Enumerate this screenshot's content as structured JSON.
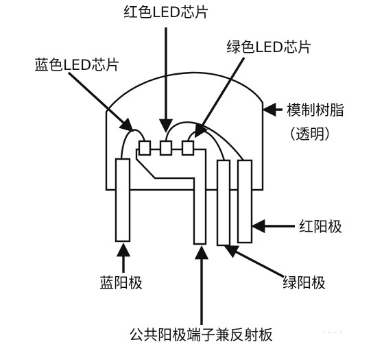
{
  "labels": {
    "red_chip": "红色LED芯片",
    "green_chip": "绿色LED芯片",
    "blue_chip": "蓝色LED芯片",
    "resin_line1": "模制树脂",
    "resin_line2": "（透明）",
    "red_anode": "红阳极",
    "blue_anode": "蓝阳极",
    "green_anode": "绿阳极",
    "common_cathode": "公共阳极端子兼反射板"
  },
  "watermark": "· · · ·"
}
